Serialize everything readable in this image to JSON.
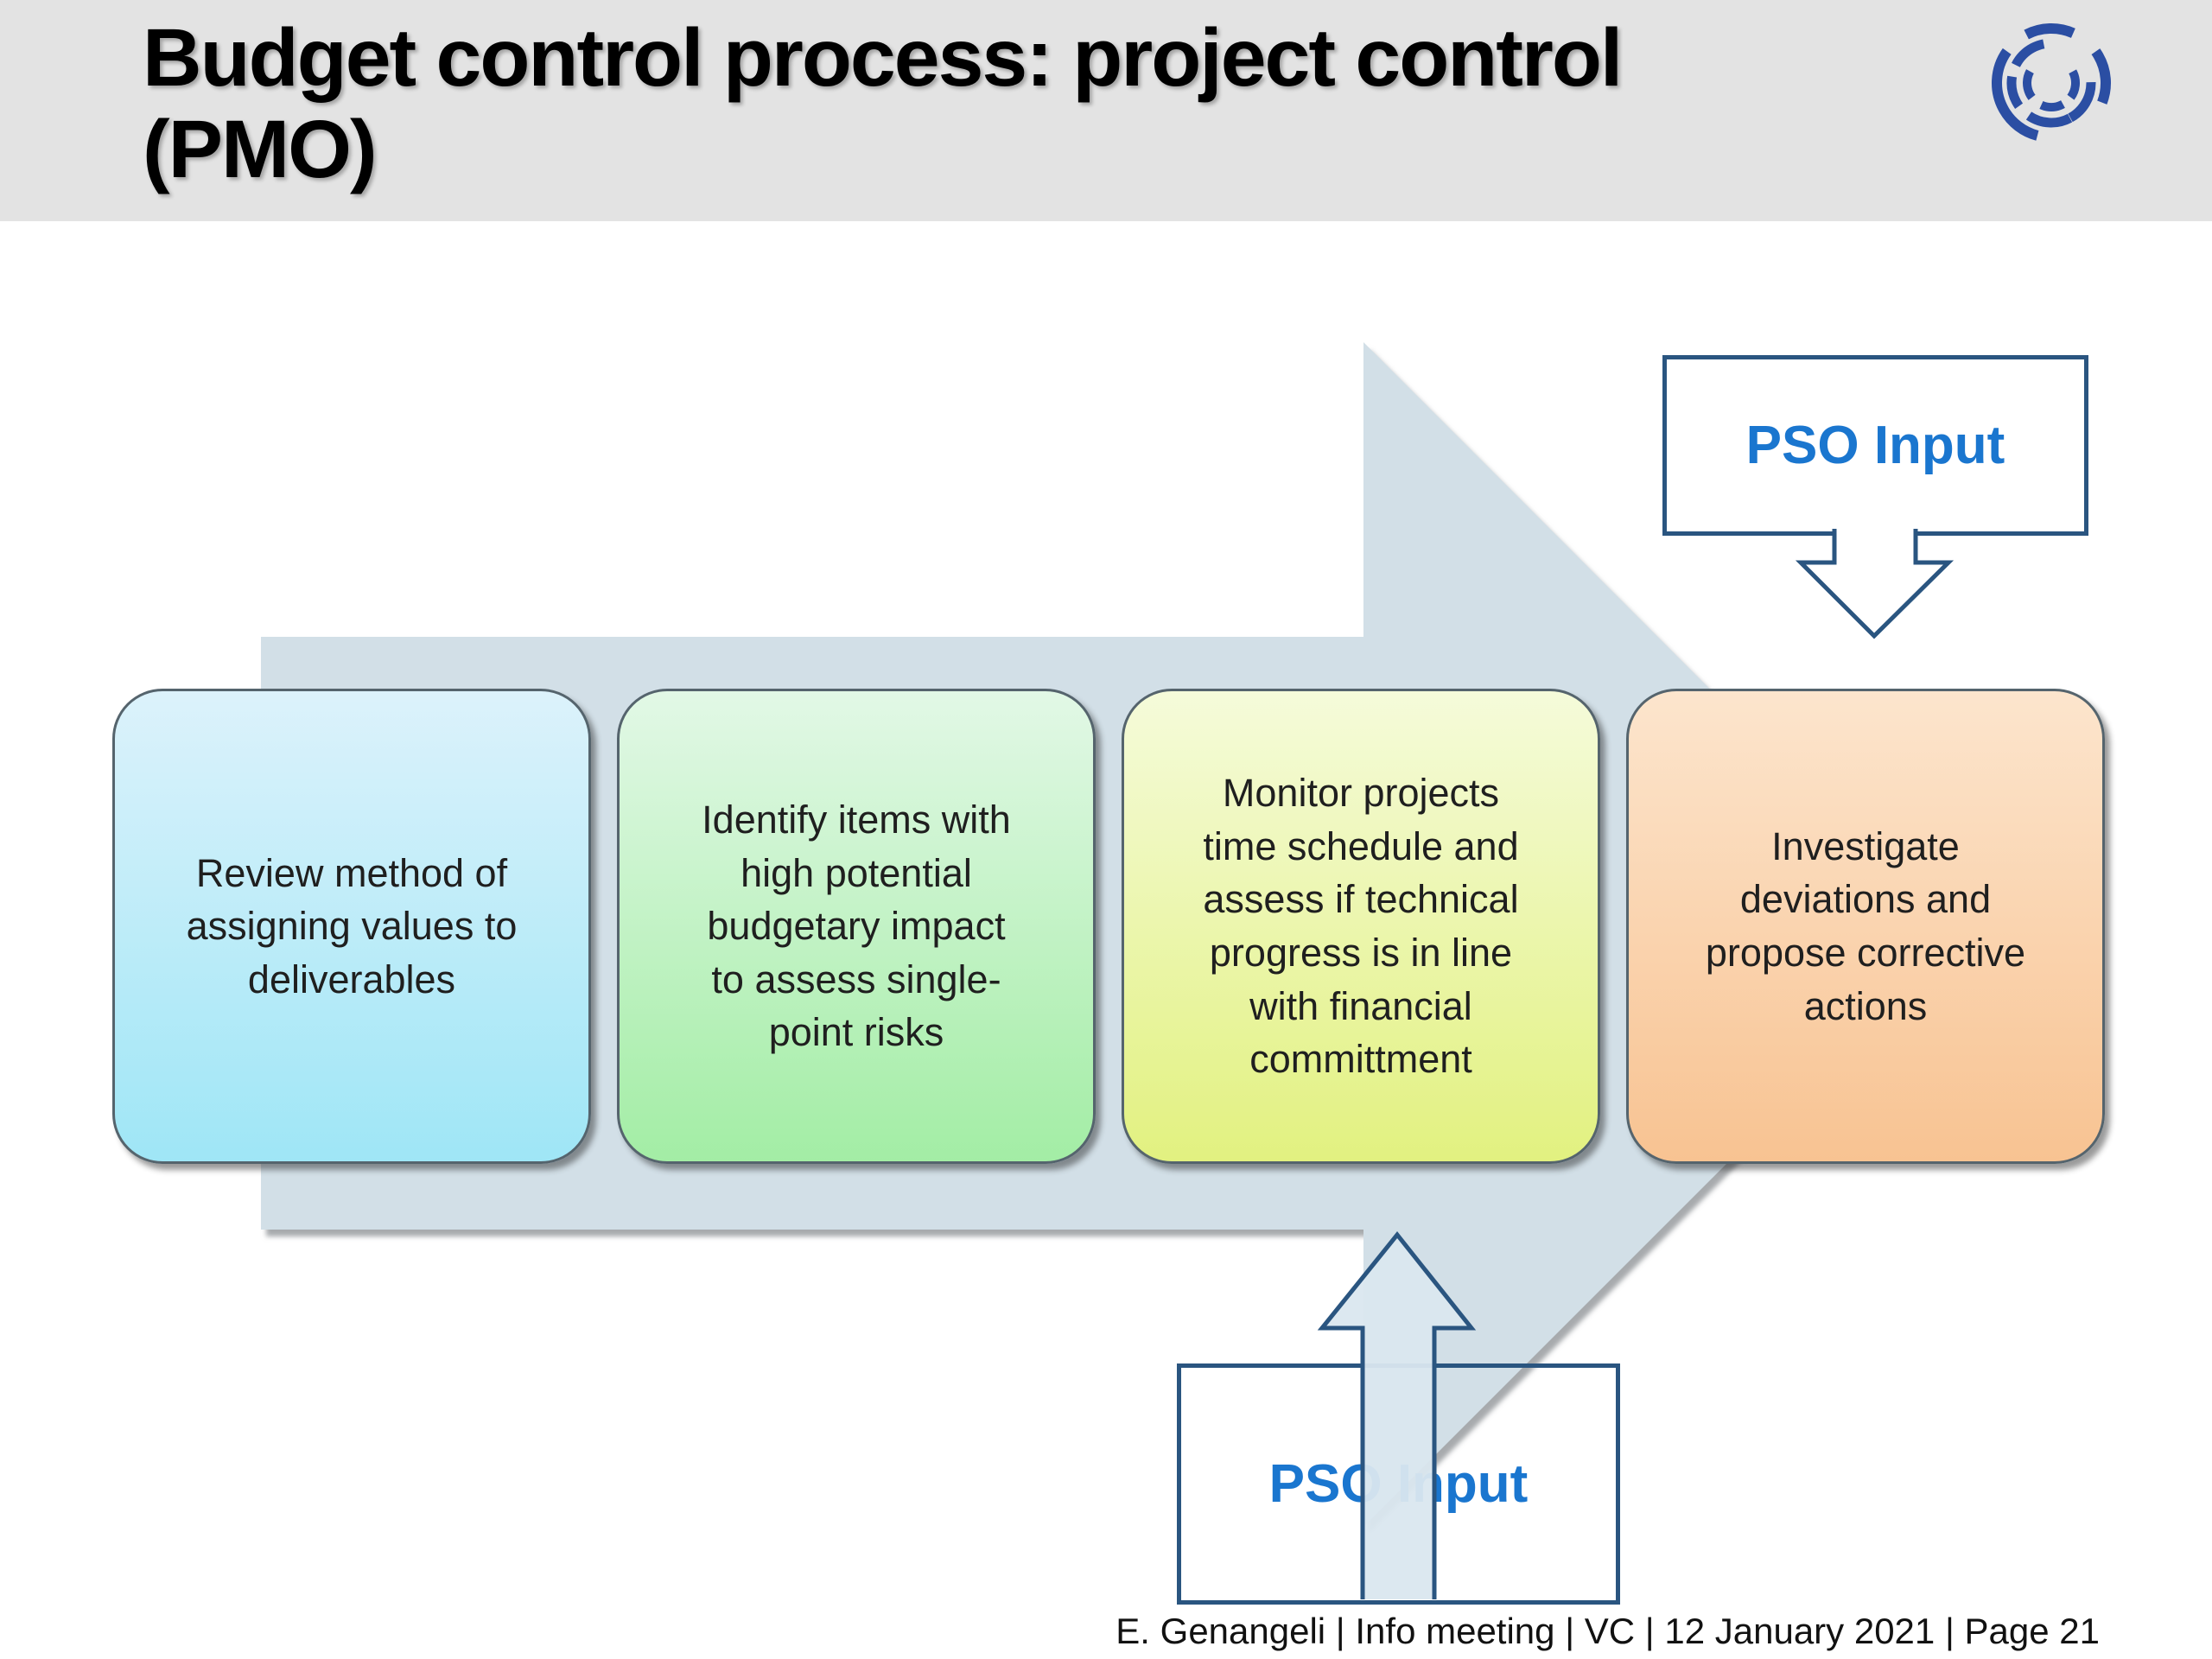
{
  "slide": {
    "title": "Budget control process: project control\n(PMO)",
    "footer": "E. Genangeli | Info meeting | VC | 12 January 2021 | Page 21"
  },
  "process_boxes": [
    {
      "label": "Review method of\nassigning values to\ndeliverables",
      "color_top": "#dcf2fb",
      "color_bottom": "#9fe6f6"
    },
    {
      "label": "Identify items with\nhigh potential\nbudgetary impact\nto assess single-\npoint risks",
      "color_top": "#e2f8e6",
      "color_bottom": "#a3eda5"
    },
    {
      "label": "Monitor projects\ntime schedule and\nassess if technical\nprogress is in line\nwith financial\ncommittment",
      "color_top": "#f5fbda",
      "color_bottom": "#e2f180"
    },
    {
      "label": "Investigate\ndeviations and\npropose corrective\nactions",
      "color_top": "#fce5cd",
      "color_bottom": "#f8c392"
    }
  ],
  "callouts": {
    "top": {
      "label": "PSO Input"
    },
    "bottom": {
      "label": "PSO Input"
    }
  },
  "colors": {
    "header_bg": "#e3e3e3",
    "title_text": "#000000",
    "arrow_fill": "#d2dfe7",
    "callout_arrow_fill": "#dae7ef",
    "callout_border": "#2a5580",
    "pso_text": "#1a76cf",
    "logo_blue": "#2b4ea3",
    "box_border": "#55646d",
    "box_text": "#1f1f1f",
    "footer_text": "#111111"
  }
}
